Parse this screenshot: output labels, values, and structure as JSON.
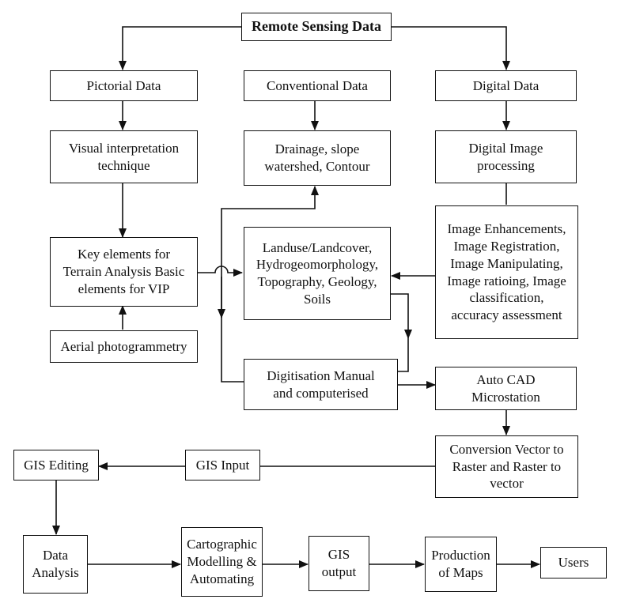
{
  "nodes": {
    "remote_sensing": "Remote Sensing Data",
    "pictorial": "Pictorial Data",
    "conventional": "Conventional Data",
    "digital": "Digital Data",
    "visual_interp": "Visual interpretation\ntechnique",
    "drainage": "Drainage, slope\nwatershed, Contour",
    "digital_image": "Digital Image\nprocessing",
    "key_elements": "Key elements for\nTerrain Analysis Basic\nelements for VIP",
    "landuse": "Landuse/Landcover,\nHydrogeomorphology,\nTopography, Geology,\nSoils",
    "image_enh": "Image Enhancements,\nImage Registration,\nImage Manipulating,\nImage ratioing, Image\nclassification,\naccuracy assessment",
    "aerial": "Aerial photogrammetry",
    "digitisation": "Digitisation Manual\nand computerised",
    "autocad": "Auto CAD\nMicrostation",
    "conversion": "Conversion Vector to\nRaster and Raster to\nvector",
    "gis_input": "GIS Input",
    "gis_editing": "GIS Editing",
    "data_analysis": "Data\nAnalysis",
    "cartographic": "Cartographic\nModelling &\nAutomating",
    "gis_output": "GIS\noutput",
    "production": "Production\nof Maps",
    "users": "Users"
  }
}
